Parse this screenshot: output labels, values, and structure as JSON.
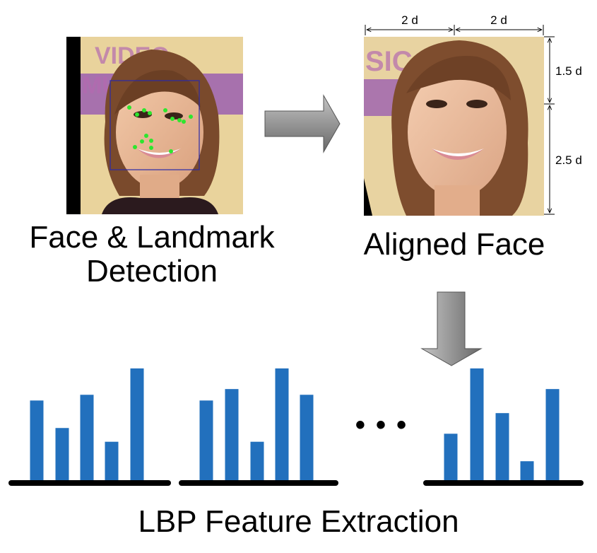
{
  "captions": {
    "detection_line1": "Face & Landmark",
    "detection_line2": "Detection",
    "aligned": "Aligned Face",
    "extraction": "LBP Feature Extraction"
  },
  "photo_text": {
    "banner_line1": "VIDEO",
    "banner_line2": "MUSIC",
    "aligned_banner": "SIC"
  },
  "dimensions": {
    "width_left": "2 d",
    "width_right": "2 d",
    "height_top": "1.5 d",
    "height_bottom": "2.5 d"
  },
  "landmark_count": 15,
  "ellipsis": "• • •",
  "colors": {
    "bar": "#2270bd",
    "baseline": "#000000",
    "landmark": "#2ee62e",
    "face_box": "#2a2aa8",
    "arrow_light": "#bdbdbd",
    "arrow_dark": "#6f6f6f"
  },
  "histograms": [
    {
      "values": [
        0.72,
        0.48,
        0.77,
        0.36,
        1.0
      ]
    },
    {
      "values": [
        0.72,
        0.82,
        0.36,
        1.0,
        0.77
      ]
    },
    {
      "values": [
        0.43,
        1.0,
        0.61,
        0.19,
        0.82
      ]
    }
  ]
}
